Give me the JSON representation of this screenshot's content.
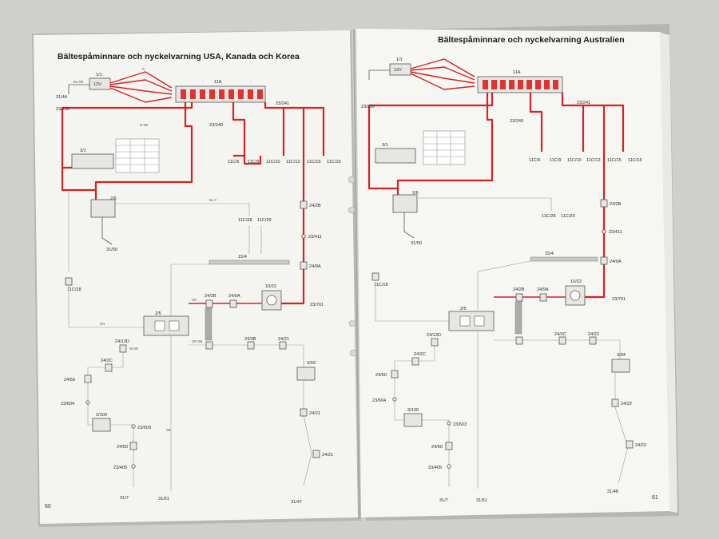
{
  "left_page": {
    "title": "Bältespåminnare och nyckelvarning USA, Kanada och Korea",
    "page_number": "60",
    "labels": {
      "battery": "12V",
      "battery_ref": "1/1",
      "fusebox": "11A",
      "gnd_31_44": "31/44",
      "w_23_230": "23/230",
      "w_23_241": "23/241",
      "w_23_240": "23/240",
      "sw_3_1": "3/1",
      "c_11C6": "11C/6",
      "c_11C9": "11C/9",
      "c_11C10": "11C/10",
      "c_11C12": "11C/12",
      "c_11C15": "11C/15",
      "c_11C16": "11C/16",
      "c_2_6": "2/6",
      "c_31_50": "31/50",
      "c_11C28": "11C/28",
      "c_11C29": "11C/29",
      "c_24_2B": "24/2B",
      "c_23_411": "23/411",
      "c_15_4": "15/4",
      "c_24_9A_r": "24/9A",
      "c_11C18": "11C/18",
      "c_10_22": "10/22",
      "c_23_701": "23/701",
      "c_24_2B_m": "24/2B",
      "c_24_9A_m": "24/9A",
      "c_2_5": "2/5",
      "c_24_13D": "24/13D",
      "c_24_3B": "24/3B",
      "c_24_21": "24/21",
      "c_3_93": "3/93",
      "c_24_2C": "24/2C",
      "c_24_50": "24/50",
      "c_23_604": "23/604",
      "c_3_100": "3/100",
      "c_23_603": "23/603",
      "c_24_50b": "24/50",
      "c_23_405": "23/405",
      "c_24_21b": "24/21",
      "c_24_21c": "24/21",
      "c_31_7": "31/7",
      "c_31_51": "31/51",
      "c_31_47": "31/47"
    }
  },
  "right_page": {
    "title": "Bältespåminnare och nyckelvarning Australien",
    "page_number": "61",
    "labels": {
      "battery": "12V",
      "battery_ref": "1/1",
      "fusebox": "11A",
      "w_23_230": "23/230",
      "w_23_241": "23/241",
      "w_23_240": "23/240",
      "sw_3_1": "3/1",
      "c_11C6": "11C/6",
      "c_11C9": "11C/9",
      "c_11C10": "11C/10",
      "c_11C12": "11C/12",
      "c_11C15": "11C/15",
      "c_11C16": "11C/16",
      "c_2_6": "2/6",
      "c_31_50": "31/50",
      "c_11C28": "11C/28",
      "c_11C29": "11C/29",
      "c_24_2B": "24/2B",
      "c_23_411": "23/411",
      "c_15_4": "15/4",
      "c_24_9A_r": "24/9A",
      "c_11C18": "11C/18",
      "c_10_22": "10/22",
      "c_23_701": "23/701",
      "c_24_2B_m": "24/2B",
      "c_24_9A_m": "24/9A",
      "c_2_5": "2/5",
      "c_24_13D": "24/13D",
      "c_24_2C_m": "24/2C",
      "c_24_22": "24/22",
      "c_3_94": "3/94",
      "c_24_2C": "24/2C",
      "c_24_50": "24/50",
      "c_23_604": "23/604",
      "c_3_100": "3/100",
      "c_23_603": "23/603",
      "c_24_50b": "24/50",
      "c_23_405": "23/405",
      "c_24_22b": "24/22",
      "c_24_22c": "24/22",
      "c_31_7": "31/7",
      "c_31_51": "31/51",
      "c_31_48": "31/48"
    }
  },
  "wire_codes": [
    "R",
    "BL-RB",
    "R-SB",
    "SB",
    "BL-Y",
    "GN",
    "GR",
    "W-SB",
    "GR-SB",
    "Y"
  ],
  "colors": {
    "power_wire": "#d62222",
    "ink": "#555555",
    "paper": "#f4f4f1",
    "background": "#cfcfcc"
  }
}
